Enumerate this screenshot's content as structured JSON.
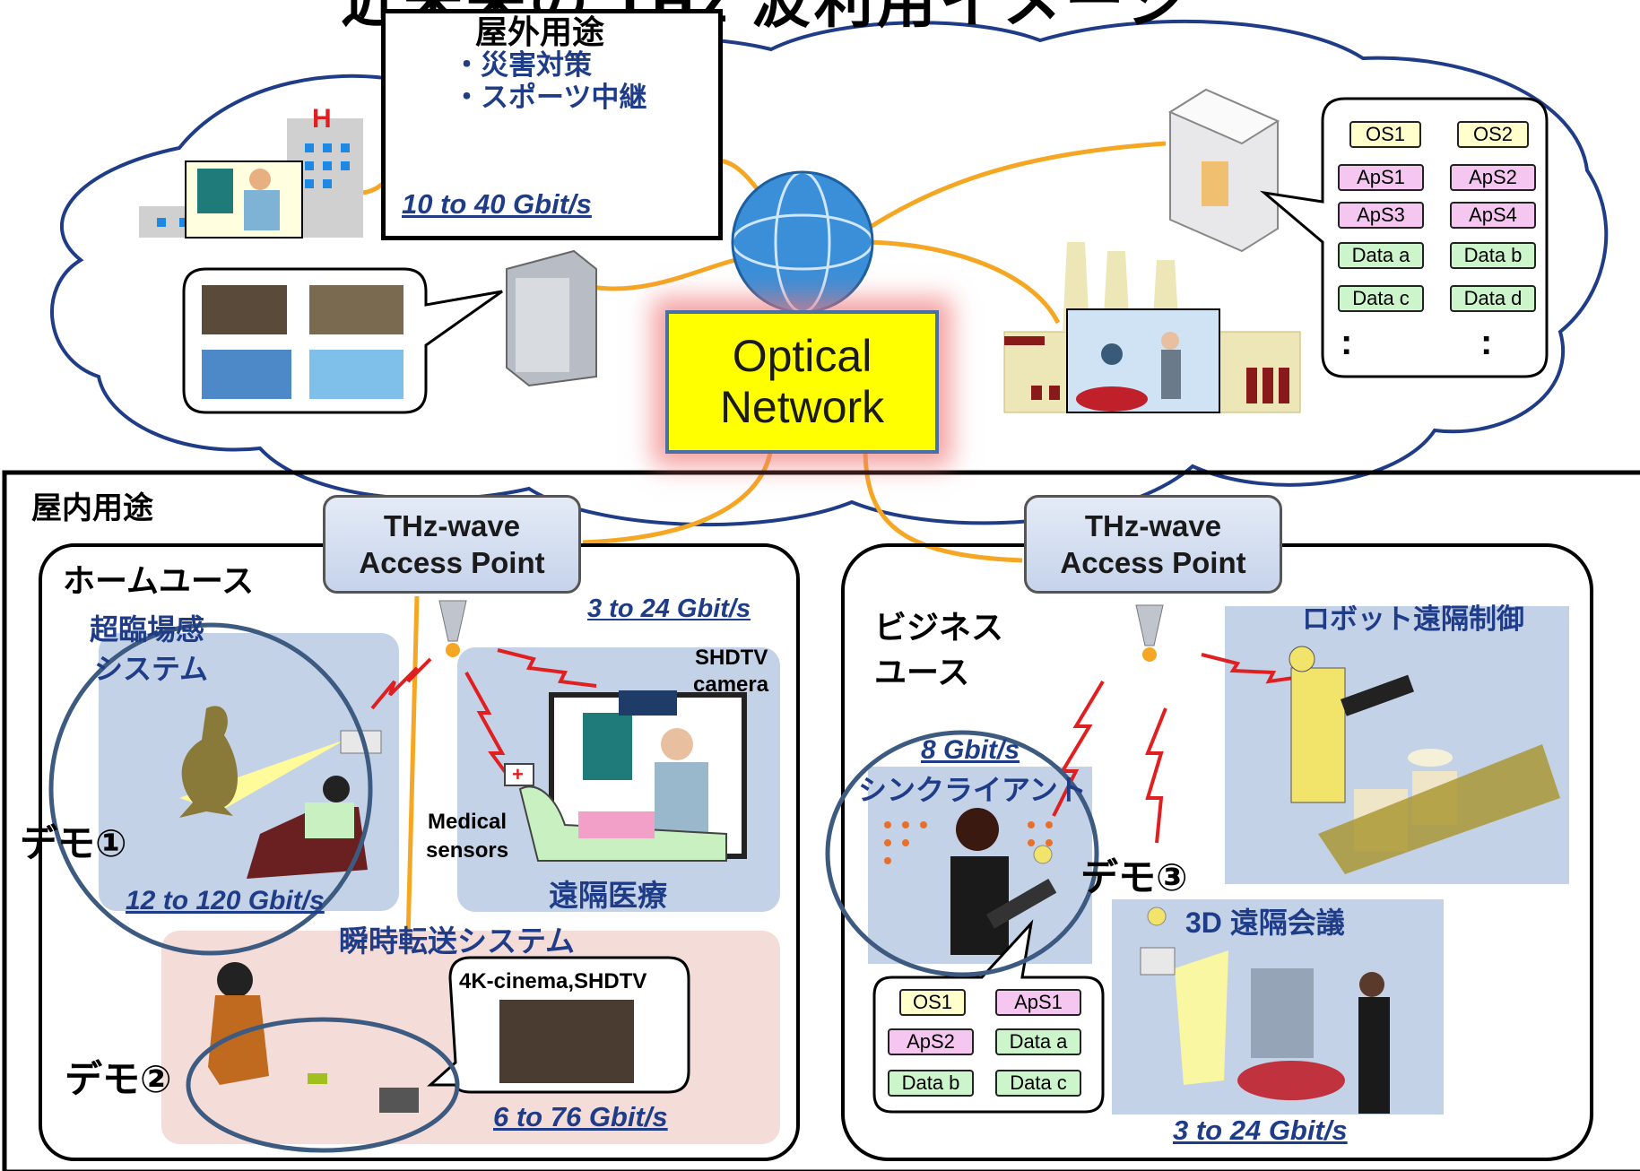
{
  "title_partial": "近未来の THz 波利用イメージ",
  "outdoor": {
    "title": "屋外用途",
    "items": [
      "・災害対策",
      "・スポーツ中継"
    ],
    "speed": "10 to 40 Gbit/s"
  },
  "optical_network": {
    "line1": "Optical",
    "line2": "Network"
  },
  "indoor": {
    "title": "屋内用途",
    "home": {
      "title": "ホームユース",
      "access_point": {
        "line1": "THz-wave",
        "line2": "Access Point"
      },
      "immersive": {
        "line1": "超臨場感",
        "line2": "システム",
        "speed": "12 to 120 Gbit/s",
        "demo": "デモ①"
      },
      "medical": {
        "title": "遠隔医療",
        "speed": "3 to 24 Gbit/s",
        "camera_line1": "SHDTV",
        "camera_line2": "camera",
        "sensors_line1": "Medical",
        "sensors_line2": "sensors"
      },
      "instant": {
        "title": "瞬時転送システム",
        "bubble": "4K-cinema,SHDTV",
        "speed": "6 to 76 Gbit/s",
        "demo": "デモ②"
      }
    },
    "business": {
      "title_line1": "ビジネス",
      "title_line2": "ユース",
      "access_point": {
        "line1": "THz-wave",
        "line2": "Access Point"
      },
      "robot": {
        "title": "ロボット遠隔制御"
      },
      "thin_client": {
        "speed": "8 Gbit/s",
        "title": "シンクライアント",
        "tags": [
          "OS1",
          "ApS1",
          "ApS2",
          "Data a",
          "Data b",
          "Data c"
        ]
      },
      "conference": {
        "title": "3D 遠隔会議",
        "speed": "3 to 24 Gbit/s",
        "demo": "デモ③"
      }
    }
  },
  "server_bubble": {
    "tags": [
      "OS1",
      "OS2",
      "ApS1",
      "ApS2",
      "ApS3",
      "ApS4",
      "Data a",
      "Data b",
      "Data c",
      "Data d"
    ],
    "ellipsis": ":"
  },
  "colors": {
    "navy": "#1f3c88",
    "optical_fill": "#ffff00",
    "fiber": "#f5a623",
    "wireless": "#e02020"
  }
}
